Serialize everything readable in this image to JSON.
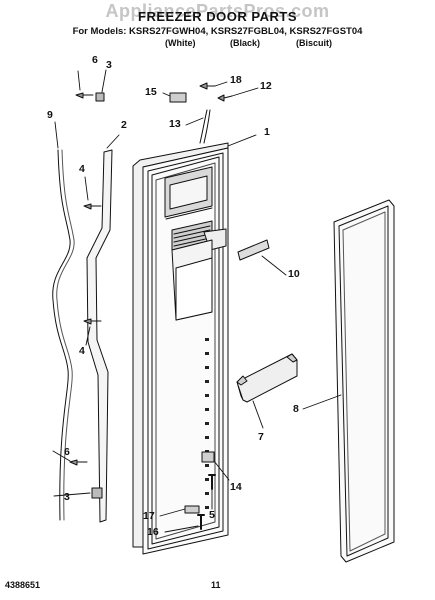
{
  "header": {
    "watermark": "AppliancePartsPros.com",
    "title": "FREEZER DOOR PARTS",
    "models_line": "For Models: KSRS27FGWH04, KSRS27FGBL04, KSRS27FGST04",
    "colors": [
      "(White)",
      "(Black)",
      "(Biscuit)"
    ]
  },
  "callouts": [
    "1",
    "2",
    "3",
    "3",
    "4",
    "4",
    "5",
    "6",
    "6",
    "7",
    "8",
    "9",
    "10",
    "12",
    "13",
    "14",
    "15",
    "16",
    "17",
    "18"
  ],
  "footer": {
    "part_number": "4388651",
    "page_number": "11"
  }
}
